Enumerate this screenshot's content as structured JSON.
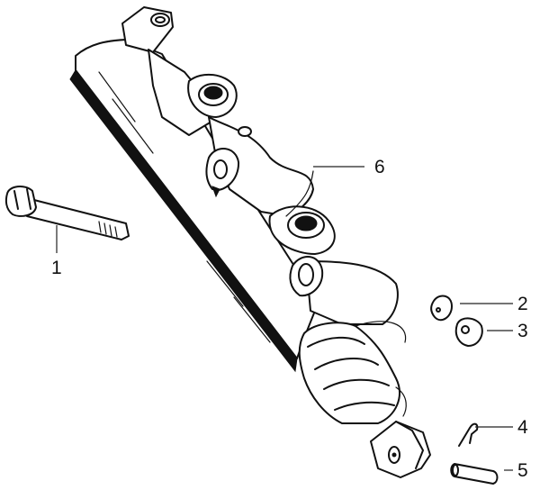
{
  "diagram": {
    "type": "exploded-parts-diagram",
    "subject": "clutch master cylinder assembly",
    "callouts": [
      {
        "number": "1",
        "part": "bolt"
      },
      {
        "number": "2",
        "part": "circlip"
      },
      {
        "number": "3",
        "part": "nut"
      },
      {
        "number": "4",
        "part": "split pin"
      },
      {
        "number": "5",
        "part": "clevis pin"
      },
      {
        "number": "6",
        "part": "master cylinder body"
      }
    ]
  },
  "colors": {
    "line": "#111111",
    "background": "#ffffff"
  }
}
